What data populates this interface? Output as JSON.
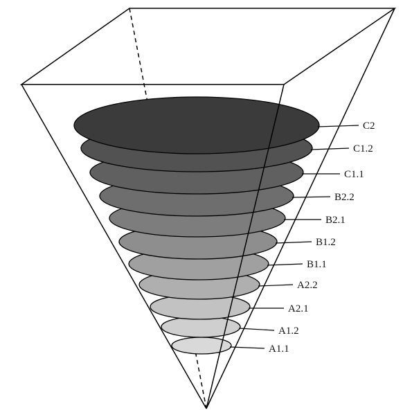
{
  "diagram": {
    "levels": [
      {
        "label": "A1.1",
        "fill": "#d9d9d9"
      },
      {
        "label": "A1.2",
        "fill": "#cfcfcf"
      },
      {
        "label": "A2.1",
        "fill": "#c2c2c2"
      },
      {
        "label": "A2.2",
        "fill": "#afafaf"
      },
      {
        "label": "B1.1",
        "fill": "#a0a0a0"
      },
      {
        "label": "B1.2",
        "fill": "#8e8e8e"
      },
      {
        "label": "B2.1",
        "fill": "#7d7d7d"
      },
      {
        "label": "B2.2",
        "fill": "#6e6e6e"
      },
      {
        "label": "C1.1",
        "fill": "#606060"
      },
      {
        "label": "C1.2",
        "fill": "#525252"
      },
      {
        "label": "C2",
        "fill": "#3b3b3b"
      }
    ],
    "stroke_color": "#000000"
  }
}
